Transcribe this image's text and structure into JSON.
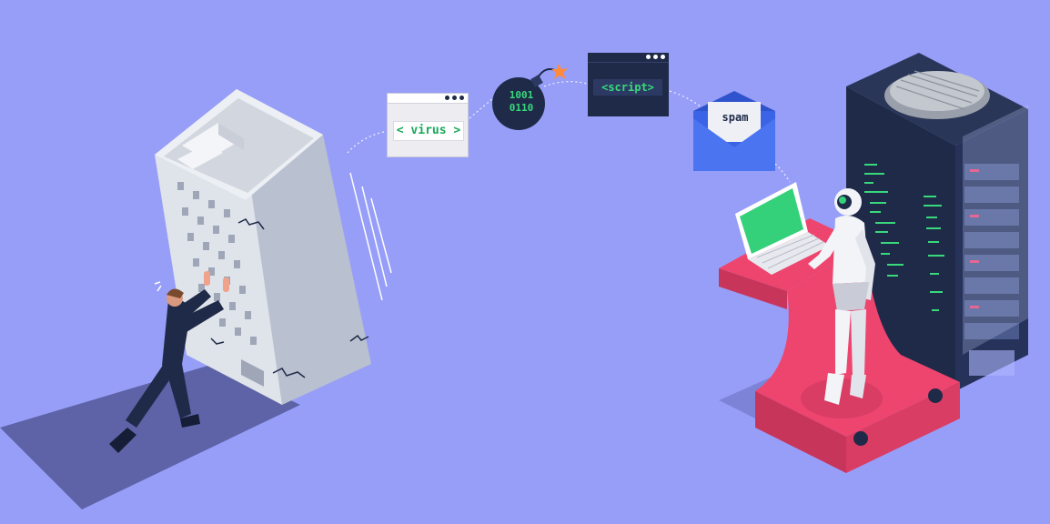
{
  "scene": {
    "virus_tag": "< virus >",
    "script_tag": "<script>",
    "bomb_lines": [
      "1001",
      "0110"
    ],
    "spam_label": "spam"
  },
  "colors": {
    "background": "#979ef8",
    "navy": "#1f2a48",
    "code_green": "#38d97c",
    "desk_pink": "#ee456f",
    "envelope_blue": "#3b63e6"
  }
}
